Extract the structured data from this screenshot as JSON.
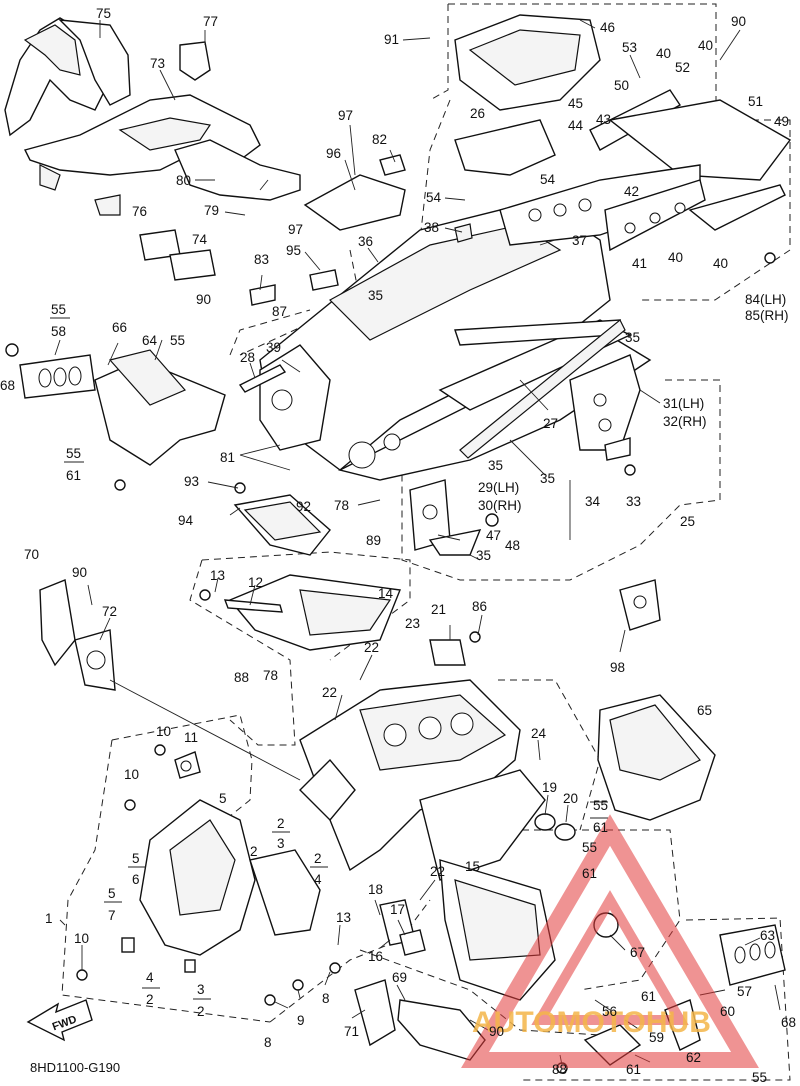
{
  "diagram_code": "8HD1100-G190",
  "fwd_label": "FWD",
  "watermark": {
    "text": "AUTOMOTOHUB",
    "color": "#f4b64a",
    "logo_color": "#e23b3b"
  },
  "labels": [
    {
      "id": "l75",
      "text": "75"
    },
    {
      "id": "l77",
      "text": "77"
    },
    {
      "id": "l73",
      "text": "73"
    },
    {
      "id": "l91",
      "text": "91"
    },
    {
      "id": "l46",
      "text": "46"
    },
    {
      "id": "l90a",
      "text": "90"
    },
    {
      "id": "l53",
      "text": "53"
    },
    {
      "id": "l40a",
      "text": "40"
    },
    {
      "id": "l40b",
      "text": "40"
    },
    {
      "id": "l52",
      "text": "52"
    },
    {
      "id": "l50",
      "text": "50"
    },
    {
      "id": "l51",
      "text": "51"
    },
    {
      "id": "l49",
      "text": "49"
    },
    {
      "id": "l45",
      "text": "45"
    },
    {
      "id": "l26",
      "text": "26"
    },
    {
      "id": "l44",
      "text": "44"
    },
    {
      "id": "l43",
      "text": "43"
    },
    {
      "id": "l97a",
      "text": "97"
    },
    {
      "id": "l82",
      "text": "82"
    },
    {
      "id": "l96",
      "text": "96"
    },
    {
      "id": "l80",
      "text": "80"
    },
    {
      "id": "l79",
      "text": "79"
    },
    {
      "id": "l76",
      "text": "76"
    },
    {
      "id": "l74",
      "text": "74"
    },
    {
      "id": "l54a",
      "text": "54"
    },
    {
      "id": "l54b",
      "text": "54"
    },
    {
      "id": "l42",
      "text": "42"
    },
    {
      "id": "l38",
      "text": "38"
    },
    {
      "id": "l37",
      "text": "37"
    },
    {
      "id": "l36",
      "text": "36"
    },
    {
      "id": "l97b",
      "text": "97"
    },
    {
      "id": "l95",
      "text": "95"
    },
    {
      "id": "l83",
      "text": "83"
    },
    {
      "id": "l90b",
      "text": "90"
    },
    {
      "id": "l87",
      "text": "87"
    },
    {
      "id": "l35a",
      "text": "35"
    },
    {
      "id": "l41",
      "text": "41"
    },
    {
      "id": "l40c",
      "text": "40"
    },
    {
      "id": "l40d",
      "text": "40"
    },
    {
      "id": "l84",
      "text": "84(LH)"
    },
    {
      "id": "l85",
      "text": "85(RH)"
    },
    {
      "id": "l55a",
      "text": "55"
    },
    {
      "id": "l58",
      "text": "58"
    },
    {
      "id": "l66",
      "text": "66"
    },
    {
      "id": "l64",
      "text": "64"
    },
    {
      "id": "l55b",
      "text": "55"
    },
    {
      "id": "l68a",
      "text": "68"
    },
    {
      "id": "l28",
      "text": "28"
    },
    {
      "id": "l39",
      "text": "39"
    },
    {
      "id": "l35b",
      "text": "35"
    },
    {
      "id": "l31",
      "text": "31(LH)"
    },
    {
      "id": "l32",
      "text": "32(RH)"
    },
    {
      "id": "l27",
      "text": "27"
    },
    {
      "id": "l55c",
      "text": "55"
    },
    {
      "id": "l61a",
      "text": "61"
    },
    {
      "id": "l81",
      "text": "81"
    },
    {
      "id": "l35c",
      "text": "35"
    },
    {
      "id": "l35d",
      "text": "35"
    },
    {
      "id": "l29",
      "text": "29(LH)"
    },
    {
      "id": "l30",
      "text": "30(RH)"
    },
    {
      "id": "l34",
      "text": "34"
    },
    {
      "id": "l33",
      "text": "33"
    },
    {
      "id": "l93",
      "text": "93"
    },
    {
      "id": "l92",
      "text": "92"
    },
    {
      "id": "l94",
      "text": "94"
    },
    {
      "id": "l78a",
      "text": "78"
    },
    {
      "id": "l89",
      "text": "89"
    },
    {
      "id": "l47",
      "text": "47"
    },
    {
      "id": "l48",
      "text": "48"
    },
    {
      "id": "l35e",
      "text": "35"
    },
    {
      "id": "l25",
      "text": "25"
    },
    {
      "id": "l70",
      "text": "70"
    },
    {
      "id": "l90c",
      "text": "90"
    },
    {
      "id": "l72",
      "text": "72"
    },
    {
      "id": "l13a",
      "text": "13"
    },
    {
      "id": "l12",
      "text": "12"
    },
    {
      "id": "l14",
      "text": "14"
    },
    {
      "id": "l21",
      "text": "21"
    },
    {
      "id": "l86",
      "text": "86"
    },
    {
      "id": "l23",
      "text": "23"
    },
    {
      "id": "l22a",
      "text": "22"
    },
    {
      "id": "l98",
      "text": "98"
    },
    {
      "id": "l88a",
      "text": "88"
    },
    {
      "id": "l78b",
      "text": "78"
    },
    {
      "id": "l22b",
      "text": "22"
    },
    {
      "id": "l65",
      "text": "65"
    },
    {
      "id": "l10a",
      "text": "10"
    },
    {
      "id": "l11",
      "text": "11"
    },
    {
      "id": "l24",
      "text": "24"
    },
    {
      "id": "l10b",
      "text": "10"
    },
    {
      "id": "l5a",
      "text": "5"
    },
    {
      "id": "l19",
      "text": "19"
    },
    {
      "id": "l20",
      "text": "20"
    },
    {
      "id": "l55d",
      "text": "55"
    },
    {
      "id": "l61b",
      "text": "61"
    },
    {
      "id": "l2a",
      "text": "2"
    },
    {
      "id": "l3a",
      "text": "3"
    },
    {
      "id": "l2b",
      "text": "2"
    },
    {
      "id": "l55e",
      "text": "55"
    },
    {
      "id": "l5b",
      "text": "5"
    },
    {
      "id": "l6",
      "text": "6"
    },
    {
      "id": "l2c",
      "text": "2"
    },
    {
      "id": "l4a",
      "text": "4"
    },
    {
      "id": "l22c",
      "text": "22"
    },
    {
      "id": "l15",
      "text": "15"
    },
    {
      "id": "l61c",
      "text": "61"
    },
    {
      "id": "l5c",
      "text": "5"
    },
    {
      "id": "l7",
      "text": "7"
    },
    {
      "id": "l1",
      "text": "1"
    },
    {
      "id": "l18",
      "text": "18"
    },
    {
      "id": "l17",
      "text": "17"
    },
    {
      "id": "l13b",
      "text": "13"
    },
    {
      "id": "l10c",
      "text": "10"
    },
    {
      "id": "l16",
      "text": "16"
    },
    {
      "id": "l67",
      "text": "67"
    },
    {
      "id": "l63",
      "text": "63"
    },
    {
      "id": "l4b",
      "text": "4"
    },
    {
      "id": "l2d",
      "text": "2"
    },
    {
      "id": "l3b",
      "text": "3"
    },
    {
      "id": "l2e",
      "text": "2"
    },
    {
      "id": "l8a",
      "text": "8"
    },
    {
      "id": "l9",
      "text": "9"
    },
    {
      "id": "l69",
      "text": "69"
    },
    {
      "id": "l61d",
      "text": "61"
    },
    {
      "id": "l57",
      "text": "57"
    },
    {
      "id": "l68b",
      "text": "68"
    },
    {
      "id": "l56",
      "text": "56"
    },
    {
      "id": "l60",
      "text": "60"
    },
    {
      "id": "l8b",
      "text": "8"
    },
    {
      "id": "l71",
      "text": "71"
    },
    {
      "id": "l90d",
      "text": "90"
    },
    {
      "id": "l59",
      "text": "59"
    },
    {
      "id": "l62",
      "text": "62"
    },
    {
      "id": "l88b",
      "text": "88"
    },
    {
      "id": "l61e",
      "text": "61"
    },
    {
      "id": "l55f",
      "text": "55"
    }
  ]
}
